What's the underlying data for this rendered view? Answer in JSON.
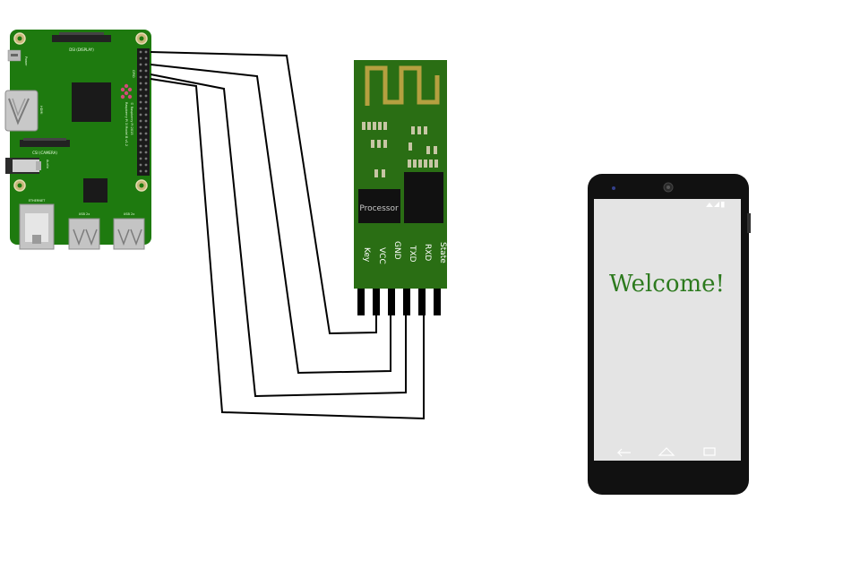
{
  "raspberry_pi": {
    "dsi_label": "DSI (DISPLAY)",
    "power_label": "Power",
    "hdmi_label": "HDMI",
    "csi_label": "CSI (CAMERA)",
    "audio_label": "Audio",
    "gpio_label": "GPIO",
    "ethernet_label": "ETHERNET",
    "usb_left_label": "USB 2x",
    "usb_right_label": "USB 2x",
    "model_text": "Raspberry Pi 3 Model B v1.2",
    "copyright_text": "© Raspberry Pi 2015"
  },
  "bluetooth_module": {
    "processor_label": "Processor",
    "pins": [
      "Key",
      "VCC",
      "GND",
      "TXD",
      "RXD",
      "State"
    ]
  },
  "phone": {
    "screen_text": "Welcome!"
  },
  "colors": {
    "pcb_green": "#1e7a0f",
    "module_green": "#2a6e14",
    "antenna_gold": "#b5a040",
    "chip_black": "#111111",
    "welcome_text": "#2d7a1e",
    "phone_body": "#111111",
    "phone_screen": "#e4e4e4",
    "wire": "#000000"
  }
}
